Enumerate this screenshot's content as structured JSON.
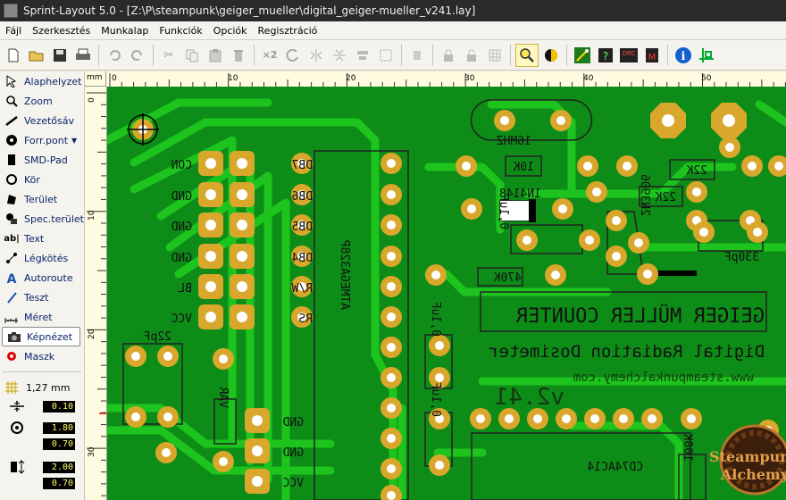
{
  "window": {
    "title": "Sprint-Layout 5.0 - [Z:\\P\\steampunk\\geiger_mueller\\digital_geiger-mueller_v241.lay]"
  },
  "menu": [
    {
      "label": "Fájl"
    },
    {
      "label": "Szerkesztés"
    },
    {
      "label": "Munkalap"
    },
    {
      "label": "Funkciók"
    },
    {
      "label": "Opciók"
    },
    {
      "label": "Regisztráció"
    }
  ],
  "toolbar": {
    "multiply_label": "×2",
    "drc_label": "DRC"
  },
  "tools": [
    {
      "label": "Alaphelyzet",
      "icon": "cursor-arrow-icon"
    },
    {
      "label": "Zoom",
      "icon": "magnifier-icon"
    },
    {
      "label": "Vezetősáv",
      "icon": "track-icon"
    },
    {
      "label": "Forr.pont",
      "icon": "solder-pad-icon"
    },
    {
      "label": "SMD-Pad",
      "icon": "smd-pad-icon"
    },
    {
      "label": "Kör",
      "icon": "circle-icon"
    },
    {
      "label": "Terület",
      "icon": "zone-icon"
    },
    {
      "label": "Spec.terület",
      "icon": "special-zone-icon"
    },
    {
      "label": "Text",
      "icon": "text-icon"
    },
    {
      "label": "Légkötés",
      "icon": "airwire-icon"
    },
    {
      "label": "Autoroute",
      "icon": "autoroute-icon"
    },
    {
      "label": "Teszt",
      "icon": "test-icon"
    },
    {
      "label": "Méret",
      "icon": "measure-icon"
    },
    {
      "label": "Képnézet",
      "icon": "camera-icon"
    },
    {
      "label": "Maszk",
      "icon": "mask-icon"
    }
  ],
  "grid": {
    "label": "1,27 mm"
  },
  "values": {
    "track_width": "0.10",
    "pad_outer": "1.80",
    "pad_inner": "0.70",
    "smd_w": "2.00",
    "smd_h": "0.70"
  },
  "ruler": {
    "unit": "mm",
    "top_labels": [
      "0",
      "10",
      "20",
      "30",
      "40",
      "50"
    ],
    "left_labels": [
      "0",
      "10",
      "20",
      "30"
    ]
  },
  "pcb": {
    "texts": {
      "con": "CON",
      "gnd1": "GND",
      "gnd2": "GND",
      "gnd3": "GND",
      "bl": "BL",
      "vcc": "VCC",
      "db7": "DB7",
      "db6": "DB6",
      "db5": "DB5",
      "db4": "DB4",
      "rw": "R/W",
      "rs": "RS",
      "crystal": "16MHZ",
      "r10k": "10K",
      "diode": "1N4148",
      "cap01a": "0,1uF",
      "r470k": "470K",
      "r22k1": "22K",
      "r22k2": "22K",
      "transistor": "2N3906",
      "cap330": "330pF",
      "cap22": "22pF",
      "mcu": "ATMEGA328P",
      "cap01b": "0,1uF",
      "cap01c": "0,1uF",
      "var": "VAR",
      "gnd_lower": "GND",
      "gnd_lower2": "GND",
      "vcc_lower": "VCC",
      "logic": "CD74AC14",
      "r100k": "100K",
      "main_title": "GEIGER MÜLLER COUNTER",
      "subtitle": "Digital Radiation Dosimeter",
      "url": "www.steampunkalchemy.com",
      "version": "v2.41",
      "logo_line1": "Steampunk",
      "logo_line2": "Alchemy"
    }
  }
}
